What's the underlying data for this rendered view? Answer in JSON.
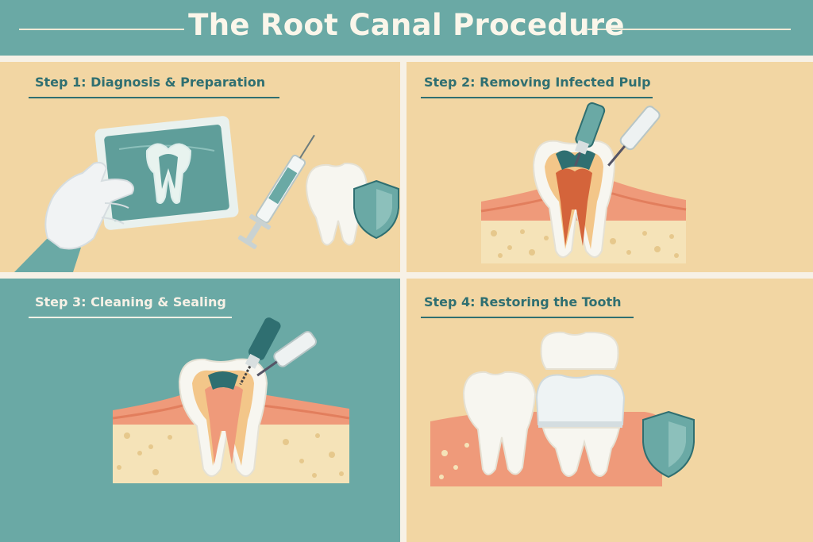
{
  "title": "The Root Canal Procedure",
  "colors": {
    "teal": "#6aa9a5",
    "teal_dark": "#2f6f71",
    "sand": "#f2d6a3",
    "cream": "#f7f1e6",
    "gum": "#ef9a7a",
    "bone": "#f5e3b8",
    "pulp": "#d4643b"
  },
  "steps": [
    {
      "label": "Step 1: Diagnosis & Preparation",
      "icons": [
        "gloved-hand-icon",
        "xray-film-icon",
        "syringe-icon",
        "tooth-icon",
        "shield-icon"
      ]
    },
    {
      "label": "Step 2: Removing Infected Pulp",
      "icons": [
        "tooth-cross-section-icon",
        "dental-drill-icon",
        "dental-tool-icon"
      ]
    },
    {
      "label": "Step 3: Cleaning & Sealing",
      "icons": [
        "tooth-cross-section-icon",
        "endodontic-file-icon",
        "dental-tool-icon"
      ]
    },
    {
      "label": "Step 4: Restoring the Tooth",
      "icons": [
        "tooth-icon",
        "crowned-tooth-icon",
        "dental-crown-icon",
        "shield-icon"
      ]
    }
  ]
}
